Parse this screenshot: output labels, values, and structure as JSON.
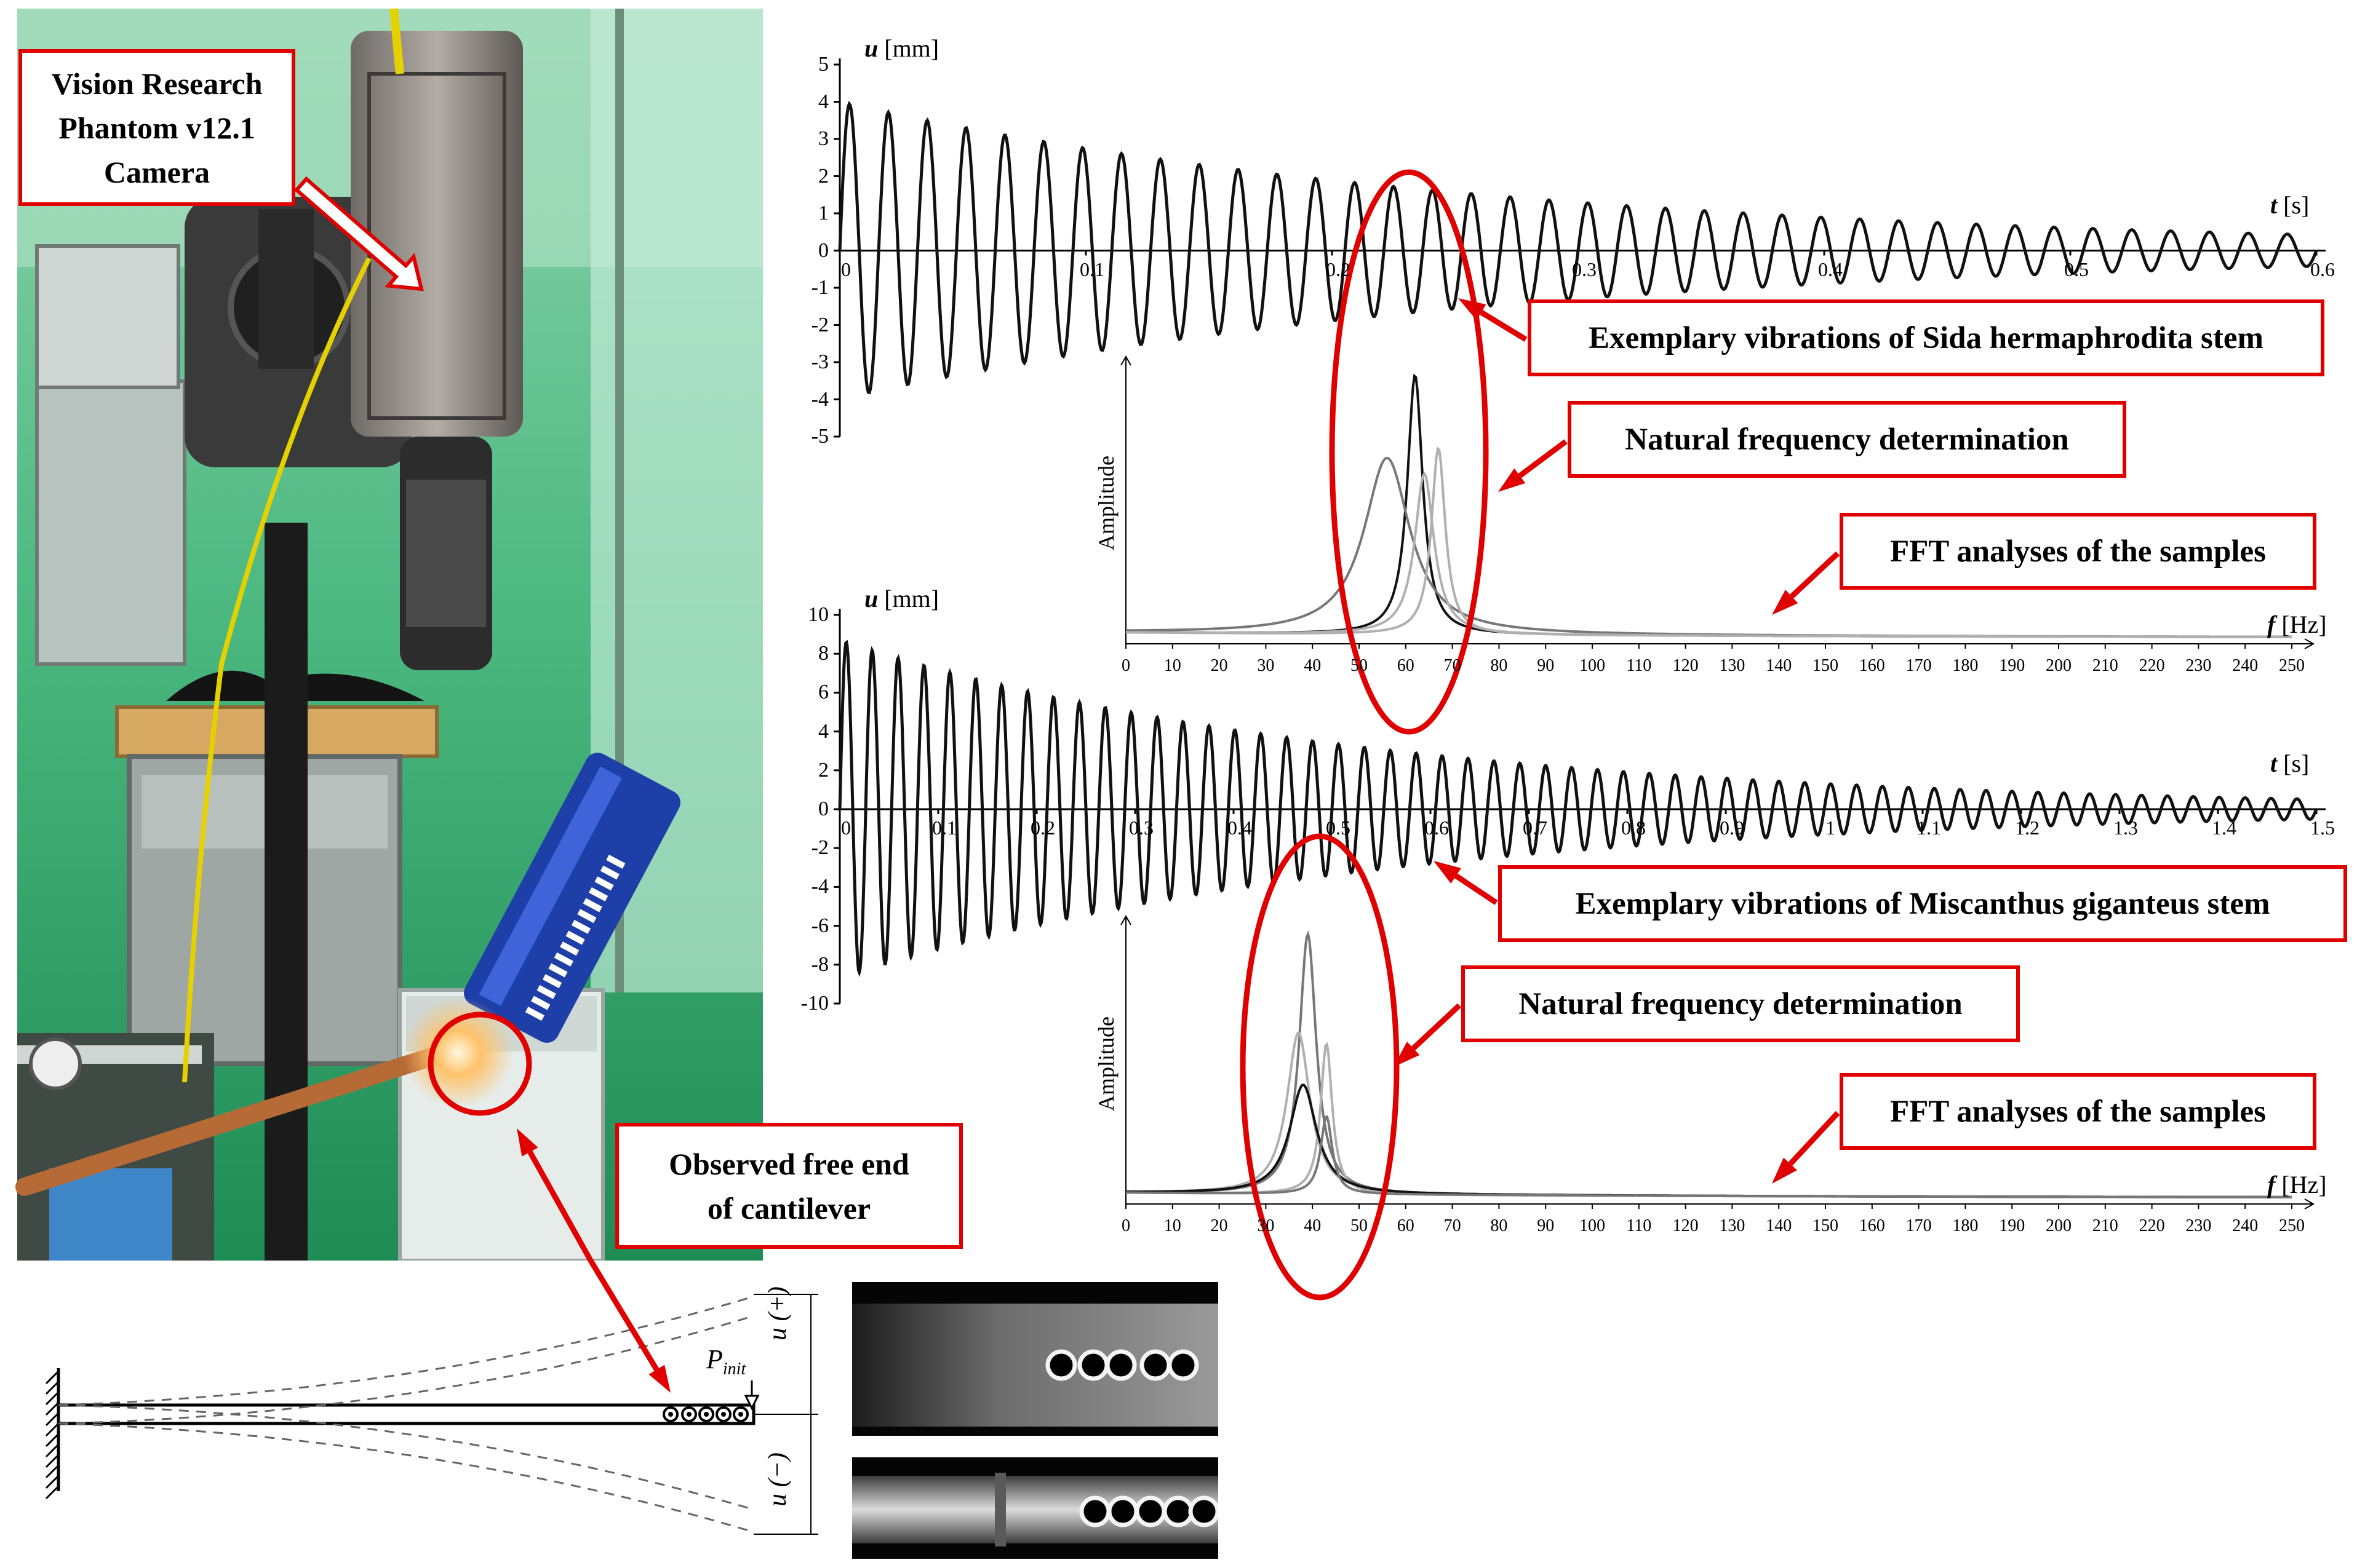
{
  "callouts": {
    "camera": "Vision Research Phantom v12.1 Camera",
    "camera_lines": [
      "Vision Research",
      "Phantom v12.1",
      "Camera"
    ],
    "free_end_lines": [
      "Observed free end",
      "of cantilever"
    ],
    "sida": "Exemplary vibrations of Sida hermaphrodita stem",
    "natfreq_1": "Natural frequency determination",
    "fft_1": "FFT analyses of the samples",
    "miscanthus": "Exemplary vibrations of Miscanthus giganteus stem",
    "natfreq_2": "Natural frequency determination",
    "fft_2": "FFT analyses of the samples"
  },
  "beam_diagram": {
    "load_label": "P",
    "load_sub": "init",
    "u_plus": "u (+)",
    "u_minus": "u (−)"
  },
  "colors": {
    "callout_red": "#e00000",
    "curve_black": "#111111",
    "curve_dark_gray": "#777777",
    "curve_light_gray": "#b0b0b0",
    "lab_green": "#2fa060",
    "logger_blue": "#1e3ea8"
  },
  "chart_data": [
    {
      "id": "sida_time",
      "type": "line",
      "title": "",
      "ylabel": "u [mm]",
      "xlabel": "t [s]",
      "ylim": [
        -5,
        5
      ],
      "xlim": [
        0,
        0.6
      ],
      "yticks": [
        "5",
        "4",
        "3",
        "2",
        "1",
        "0",
        "-1",
        "-2",
        "-3",
        "-4",
        "-5"
      ],
      "xticks": [
        "0",
        "0.1",
        "0.2",
        "0.3",
        "0.4",
        "0.5",
        "0.6"
      ],
      "signal": {
        "amplitude": 4.0,
        "cycles": 38,
        "decay_to": 0.2,
        "samples": 1400
      }
    },
    {
      "id": "sida_fft",
      "type": "line",
      "ylabel": "Amplitude",
      "xlabel": "f [Hz]",
      "xlim": [
        0,
        250
      ],
      "xticks": [
        "0",
        "10",
        "20",
        "30",
        "40",
        "50",
        "60",
        "70",
        "80",
        "90",
        "100",
        "110",
        "120",
        "130",
        "140",
        "150",
        "160",
        "170",
        "180",
        "190",
        "200",
        "210",
        "220",
        "230",
        "240",
        "250"
      ],
      "series": [
        {
          "color": "#111111",
          "peak_hz": 62,
          "peak_amp": 1.0,
          "width": 2.0
        },
        {
          "color": "#777777",
          "peak_hz": 56,
          "peak_amp": 0.68,
          "width": 6.0
        },
        {
          "color": "#b0b0b0",
          "peak_hz": 64,
          "peak_amp": 0.62,
          "width": 2.5
        },
        {
          "color": "#b0b0b0",
          "peak_hz": 67,
          "peak_amp": 0.72,
          "width": 1.8
        }
      ]
    },
    {
      "id": "miscanthus_time",
      "type": "line",
      "title": "",
      "ylabel": "u [mm]",
      "xlabel": "t [s]",
      "ylim": [
        -10,
        10
      ],
      "xlim": [
        0,
        1.5
      ],
      "yticks": [
        "10",
        "8",
        "6",
        "4",
        "2",
        "0",
        "-2",
        "-4",
        "-6",
        "-8",
        "-10"
      ],
      "xticks": [
        "0",
        "0.1",
        "0.2",
        "0.3",
        "0.4",
        "0.5",
        "0.6",
        "0.7",
        "0.8",
        "0.9",
        "1",
        "1.1",
        "1.2",
        "1.3",
        "1.4",
        "1.5"
      ],
      "signal": {
        "amplitude": 8.7,
        "cycles": 57,
        "decay_to": 0.2,
        "samples": 2200
      }
    },
    {
      "id": "miscanthus_fft",
      "type": "line",
      "ylabel": "Amplitude",
      "xlabel": "f [Hz]",
      "xlim": [
        0,
        250
      ],
      "xticks": [
        "0",
        "10",
        "20",
        "30",
        "40",
        "50",
        "60",
        "70",
        "80",
        "90",
        "100",
        "110",
        "120",
        "130",
        "140",
        "150",
        "160",
        "170",
        "180",
        "190",
        "200",
        "210",
        "220",
        "230",
        "240",
        "250"
      ],
      "series": [
        {
          "color": "#777777",
          "peak_hz": 39,
          "peak_amp": 1.0,
          "width": 2.2
        },
        {
          "color": "#b0b0b0",
          "peak_hz": 37,
          "peak_amp": 0.62,
          "width": 3.0
        },
        {
          "color": "#b0b0b0",
          "peak_hz": 43,
          "peak_amp": 0.58,
          "width": 1.5
        },
        {
          "color": "#111111",
          "peak_hz": 38,
          "peak_amp": 0.42,
          "width": 3.5
        },
        {
          "color": "#777777",
          "peak_hz": 43,
          "peak_amp": 0.3,
          "width": 1.5
        }
      ]
    }
  ]
}
